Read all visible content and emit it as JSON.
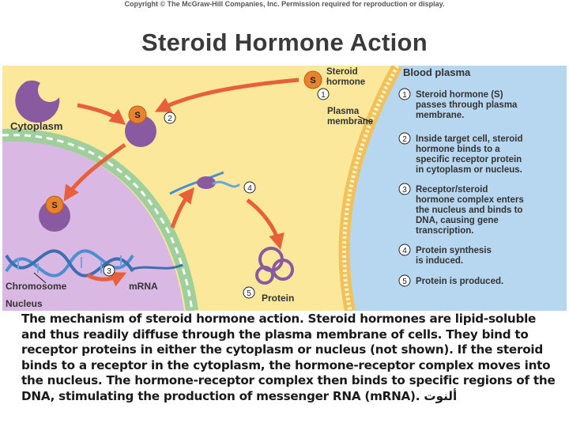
{
  "copyright": "Copyright © The McGraw-Hill Companies, Inc. Permission required for reproduction or display.",
  "title": "Steroid Hormone Action",
  "labels": {
    "cytoplasm": "Cytoplasm",
    "chromosome": "Chromosome",
    "nucleus": "Nucleus",
    "mrna": "mRNA",
    "protein": "Protein",
    "plasma_membrane_line1": "Plasma",
    "plasma_membrane_line2": "membrane",
    "steroid_hormone_line1": "Steroid",
    "steroid_hormone_line2": "hormone",
    "blood_plasma": "Blood plasma",
    "hormone_symbol": "S"
  },
  "step_markers": [
    "1",
    "2",
    "3",
    "4",
    "5"
  ],
  "steps": [
    {
      "num": "1",
      "lines": [
        "Steroid hormone (S)",
        "passes through plasma",
        "membrane."
      ]
    },
    {
      "num": "2",
      "lines": [
        "Inside target cell, steroid",
        "hormone binds to a",
        "specific receptor protein",
        "in cytoplasm or nucleus."
      ]
    },
    {
      "num": "3",
      "lines": [
        "Receptor/steroid",
        "hormone complex enters",
        "the nucleus and binds to",
        "DNA, causing gene",
        "transcription."
      ]
    },
    {
      "num": "4",
      "lines": [
        "Protein synthesis",
        "is induced."
      ]
    },
    {
      "num": "5",
      "lines": [
        "Protein is produced."
      ]
    }
  ],
  "caption": {
    "text": "The mechanism of steroid hormone action. Steroid hormones are lipid-soluble and thus readily diffuse through the plasma membrane of cells. They bind to receptor proteins in either the cytoplasm or nucleus (not shown). If the steroid binds to a receptor in the cytoplasm, the hormone-receptor complex moves into the nucleus. The hormone-receptor complex then binds to specific regions of the DNA, stimulating the production of messenger RNA (mRNA).",
    "trailing": "ألنوت"
  },
  "colors": {
    "cytoplasm": "#fbe89a",
    "blood_plasma": "#b7d6ef",
    "nucleus": "#d9b8e3",
    "membrane_outer": "#9fcf9a",
    "membrane_inner": "#ffffff",
    "hormone": "#e8822e",
    "receptor": "#8a5aa0",
    "arrow": "#e8603a"
  }
}
